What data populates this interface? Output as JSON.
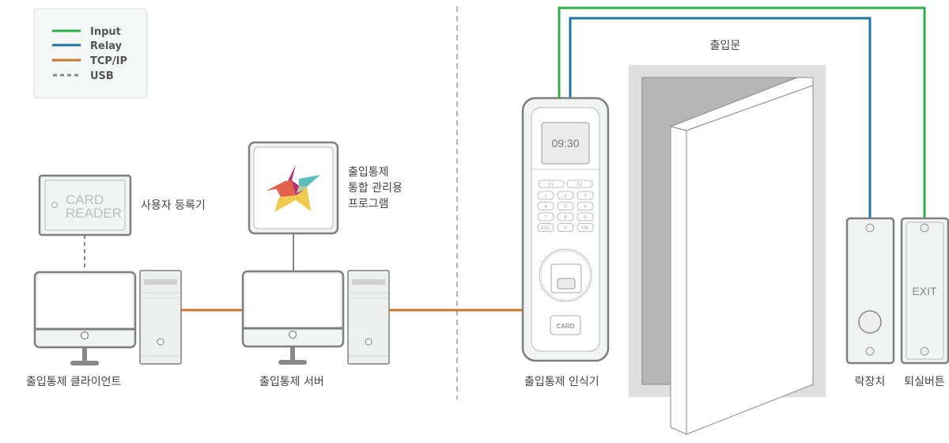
{
  "legend": {
    "items": [
      {
        "label": "Input",
        "color": "#2db24a",
        "style": "solid"
      },
      {
        "label": "Relay",
        "color": "#1f77a4",
        "style": "solid"
      },
      {
        "label": "TCP/IP",
        "color": "#c8752c",
        "style": "solid"
      },
      {
        "label": "USB",
        "color": "#888888",
        "style": "dashed"
      }
    ]
  },
  "card_reader": {
    "line1": "CARD",
    "line2": "READER",
    "label": "사용자 등록기"
  },
  "client": {
    "label": "출입통제 클라이언트"
  },
  "software": {
    "label_lines": [
      "출입통제",
      "통합 관리용",
      "프로그램"
    ]
  },
  "server": {
    "label": "출입통제 서버"
  },
  "device": {
    "display_time": "09:30",
    "keys": {
      "fn": [
        "F1",
        "F2"
      ],
      "rows": [
        [
          "1",
          "2",
          "3"
        ],
        [
          "4",
          "5",
          "6"
        ],
        [
          "7",
          "8",
          "9"
        ],
        [
          "ESC",
          "0",
          "OK"
        ]
      ]
    },
    "card_label": "CARD",
    "label": "출입통제 인식기"
  },
  "door": {
    "label": "출입문"
  },
  "lock": {
    "label": "락장치"
  },
  "exit_button": {
    "text": "EXIT",
    "label": "퇴실버튼"
  },
  "colors": {
    "input": "#2db24a",
    "relay": "#1f77a4",
    "tcpip": "#c8752c",
    "usb": "#888888",
    "outline": "#8a8a8a",
    "panel": "#f2f3f3",
    "door_shadow": "#b5b6b5",
    "door_frame": "#dedfde"
  }
}
